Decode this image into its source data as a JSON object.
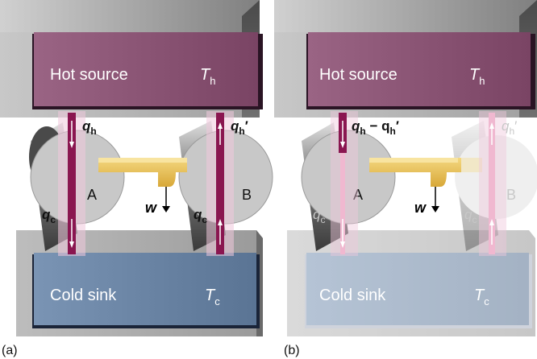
{
  "panels": [
    {
      "id": "a",
      "caption": "(a)",
      "hot_label": "Hot source",
      "hot_temp": "T",
      "hot_temp_sub": "h",
      "cold_label": "Cold sink",
      "cold_temp": "T",
      "cold_temp_sub": "c",
      "engine_a": "A",
      "engine_b": "B",
      "q_hot_left": "q",
      "q_hot_left_sub": "h",
      "q_hot_right": "q",
      "q_hot_right_sub": "h",
      "q_hot_right_prime": "′",
      "q_cold_left": "q",
      "q_cold_left_sub": "c",
      "q_cold_right": "q",
      "q_cold_right_sub": "c",
      "work": "w"
    },
    {
      "id": "b",
      "caption": "(b)",
      "hot_label": "Hot source",
      "hot_temp": "T",
      "hot_temp_sub": "h",
      "cold_label": "Cold sink",
      "cold_temp": "T",
      "cold_temp_sub": "c",
      "engine_a": "A",
      "engine_b": "B",
      "q_hot_left": "q",
      "q_hot_left_sub": "h",
      "q_hot_left_minus": " − q",
      "q_hot_left_minus_sub": "h",
      "q_hot_left_prime": "′",
      "q_hot_right": "q",
      "q_hot_right_sub": "h",
      "q_hot_right_prime": "′",
      "q_cold_left": "q",
      "q_cold_left_sub": "c",
      "q_cold_right": "q",
      "q_cold_right_sub": "c",
      "work": "w"
    }
  ],
  "colors": {
    "hot_face": "#8a5272",
    "cold_face": "#6c88aa",
    "heat_flow": "#8a1650",
    "shaft": "#e8c050",
    "reservoir_gray": "#b8b8b8"
  }
}
